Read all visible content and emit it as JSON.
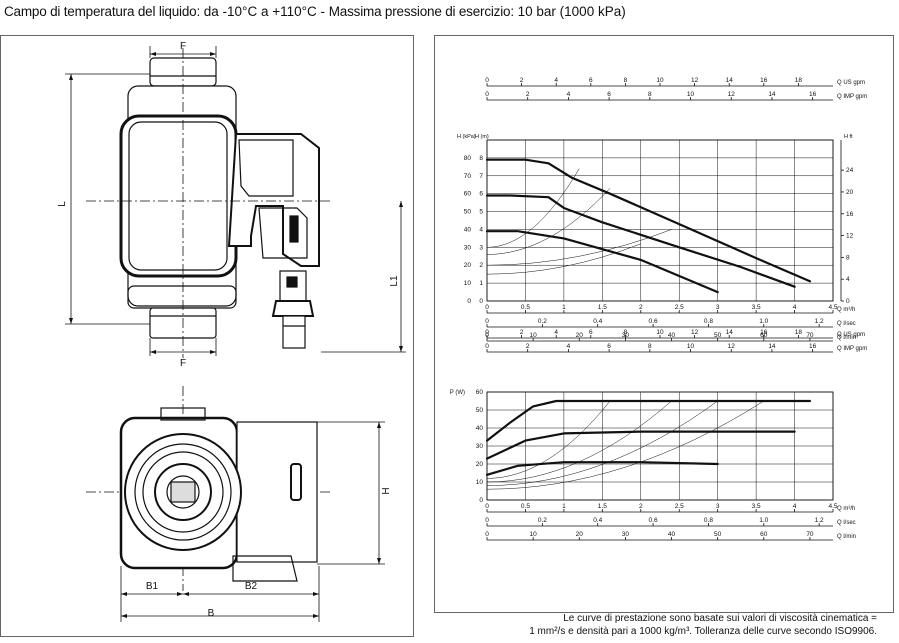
{
  "header": {
    "label1": "Campo di temperatura del liquido:",
    "value1": " da -10°C a +110°C - ",
    "label2": "Massima pressione di esercizio:",
    "value2": " 10 bar (1000 kPa)"
  },
  "drawing": {
    "dims": {
      "F_top": "F",
      "F_bottom": "F",
      "L": "L",
      "L1": "L1",
      "H": "H",
      "B1": "B1",
      "B2": "B2",
      "B": "B"
    }
  },
  "chart_data": [
    {
      "type": "line",
      "title": "",
      "axes": {
        "top": [
          {
            "label": "Q US gpm",
            "ticks": [
              "0",
              "2",
              "4",
              "6",
              "8",
              "10",
              "12",
              "14",
              "16",
              "18"
            ]
          },
          {
            "label": "Q IMP gpm",
            "ticks": [
              "0",
              "2",
              "4",
              "6",
              "8",
              "10",
              "12",
              "14",
              "16"
            ]
          }
        ],
        "left_kpa": {
          "label": "H (kPa)",
          "ticks": [
            "0",
            "10",
            "20",
            "30",
            "40",
            "50",
            "60",
            "70",
            "80"
          ]
        },
        "left_m": {
          "label": "H (m)",
          "ticks": [
            "0",
            "1",
            "2",
            "3",
            "4",
            "5",
            "6",
            "7",
            "8"
          ]
        },
        "right_ft": {
          "label": "H ft",
          "ticks": [
            "0",
            "4",
            "8",
            "12",
            "16",
            "20",
            "24"
          ]
        },
        "bottom": [
          {
            "label": "Q m³/h",
            "ticks": [
              "0",
              "0.5",
              "1",
              "1.5",
              "2",
              "2.5",
              "3",
              "3.5",
              "4",
              "4.5"
            ]
          },
          {
            "label": "Q l/sec",
            "ticks": [
              "0",
              "0.2",
              "0.4",
              "0.6",
              "0.8",
              "1.0",
              "1.2"
            ]
          },
          {
            "label": "Q l/min",
            "ticks": [
              "0",
              "10",
              "20",
              "30",
              "40",
              "50",
              "60",
              "70"
            ]
          }
        ]
      },
      "xlim": [
        0,
        4.5
      ],
      "ylim": [
        0,
        9
      ],
      "series": [
        {
          "x": [
            0,
            0.5,
            0.8,
            1.1,
            1.6,
            2.5,
            3.5,
            4.2
          ],
          "y": [
            7.9,
            7.9,
            7.7,
            6.9,
            6.0,
            4.3,
            2.4,
            1.1
          ]
        },
        {
          "x": [
            0,
            0.3,
            0.8,
            1.0,
            1.5,
            2.5,
            3.3,
            4.0
          ],
          "y": [
            5.9,
            5.9,
            5.8,
            5.2,
            4.4,
            3.0,
            1.9,
            0.8
          ]
        },
        {
          "x": [
            0,
            0.4,
            1.0,
            2.0,
            3.0
          ],
          "y": [
            3.9,
            3.9,
            3.5,
            2.3,
            0.5
          ]
        }
      ]
    },
    {
      "type": "line",
      "title": "",
      "axes": {
        "top": [
          {
            "label": "Q US gpm",
            "ticks": [
              "0",
              "2",
              "4",
              "6",
              "8",
              "10",
              "12",
              "14",
              "16",
              "18"
            ]
          },
          {
            "label": "Q IMP gpm",
            "ticks": [
              "0",
              "2",
              "4",
              "6",
              "8",
              "10",
              "12",
              "14",
              "16"
            ]
          }
        ],
        "left": {
          "label": "P (W)",
          "ticks": [
            "0",
            "10",
            "20",
            "30",
            "40",
            "50",
            "60"
          ]
        },
        "bottom": [
          {
            "label": "Q m³/h",
            "ticks": [
              "0",
              "0.5",
              "1",
              "1.5",
              "2",
              "2.5",
              "3",
              "3.5",
              "4",
              "4.5"
            ]
          },
          {
            "label": "Q l/sec",
            "ticks": [
              "0",
              "0.2",
              "0.4",
              "0.6",
              "0.8",
              "1.0",
              "1.2"
            ]
          },
          {
            "label": "Q l/min",
            "ticks": [
              "0",
              "10",
              "20",
              "30",
              "40",
              "50",
              "60",
              "70"
            ]
          }
        ]
      },
      "xlim": [
        0,
        4.5
      ],
      "ylim": [
        0,
        60
      ],
      "series": [
        {
          "x": [
            0,
            0.3,
            0.6,
            0.9,
            1.5,
            2.5,
            3.5,
            4.2
          ],
          "y": [
            33,
            43,
            52,
            55,
            55,
            55,
            55,
            55
          ]
        },
        {
          "x": [
            0,
            0.5,
            1.0,
            2.0,
            3.0,
            4.0
          ],
          "y": [
            23,
            33,
            37,
            38,
            38,
            38
          ]
        },
        {
          "x": [
            0,
            0.4,
            1.0,
            2.0,
            3.0
          ],
          "y": [
            14,
            19,
            21,
            21,
            20
          ]
        }
      ]
    }
  ],
  "footnote": {
    "line1": "Le curve di prestazione sono basate sui valori di viscosità cinematica =",
    "line2": "1 mm²/s e densità pari a 1000 kg/m³. Tolleranza delle curve secondo ISO9906."
  }
}
